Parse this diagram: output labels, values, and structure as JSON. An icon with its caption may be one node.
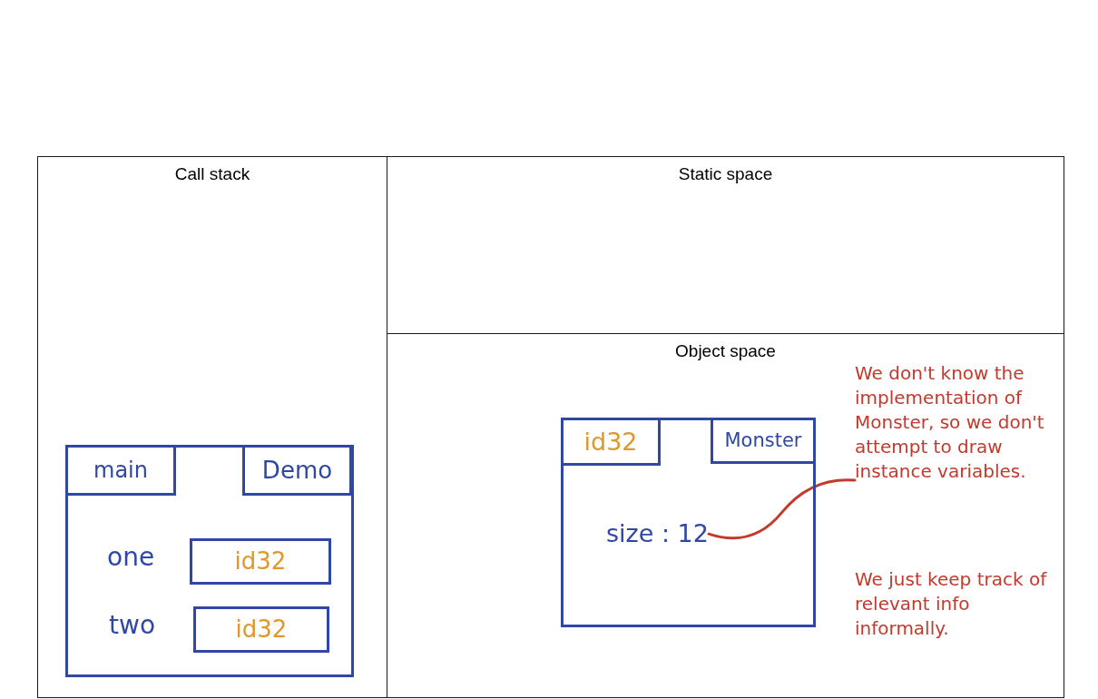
{
  "diagram": {
    "nodes": [
      {
        "text": [
          "Call stack"
        ]
      },
      {
        "text": [
          "Static space"
        ]
      },
      {
        "text": [
          "Object space"
        ]
      },
      {
        "text": [],
        "shape": "box",
        "in": 0
      },
      {
        "text": [
          "main"
        ],
        "in": 3
      },
      {
        "text": [
          "Demo"
        ],
        "in": 3
      },
      {
        "text": [
          "id32"
        ],
        "in": 3,
        "beside": [
          "one"
        ]
      },
      {
        "text": [
          "id32"
        ],
        "in": 3,
        "beside": [
          "two"
        ]
      },
      {
        "text": [],
        "shape": "box",
        "in": 2
      },
      {
        "text": [
          "id32"
        ],
        "in": 8
      },
      {
        "text": [
          "Monster"
        ],
        "in": 8
      },
      {
        "text": [
          "size : 12"
        ],
        "in": 8
      },
      {
        "text": [
          "We don't know the implementation of Monster, so we don't attempt to draw instance variables."
        ],
        "in": 2
      }
    ],
    "edges": [
      {
        "from": 12,
        "to": 11,
        "arrow": "none"
      }
    ],
    "labels": [
      "We just keep track of relevant info informally."
    ]
  }
}
